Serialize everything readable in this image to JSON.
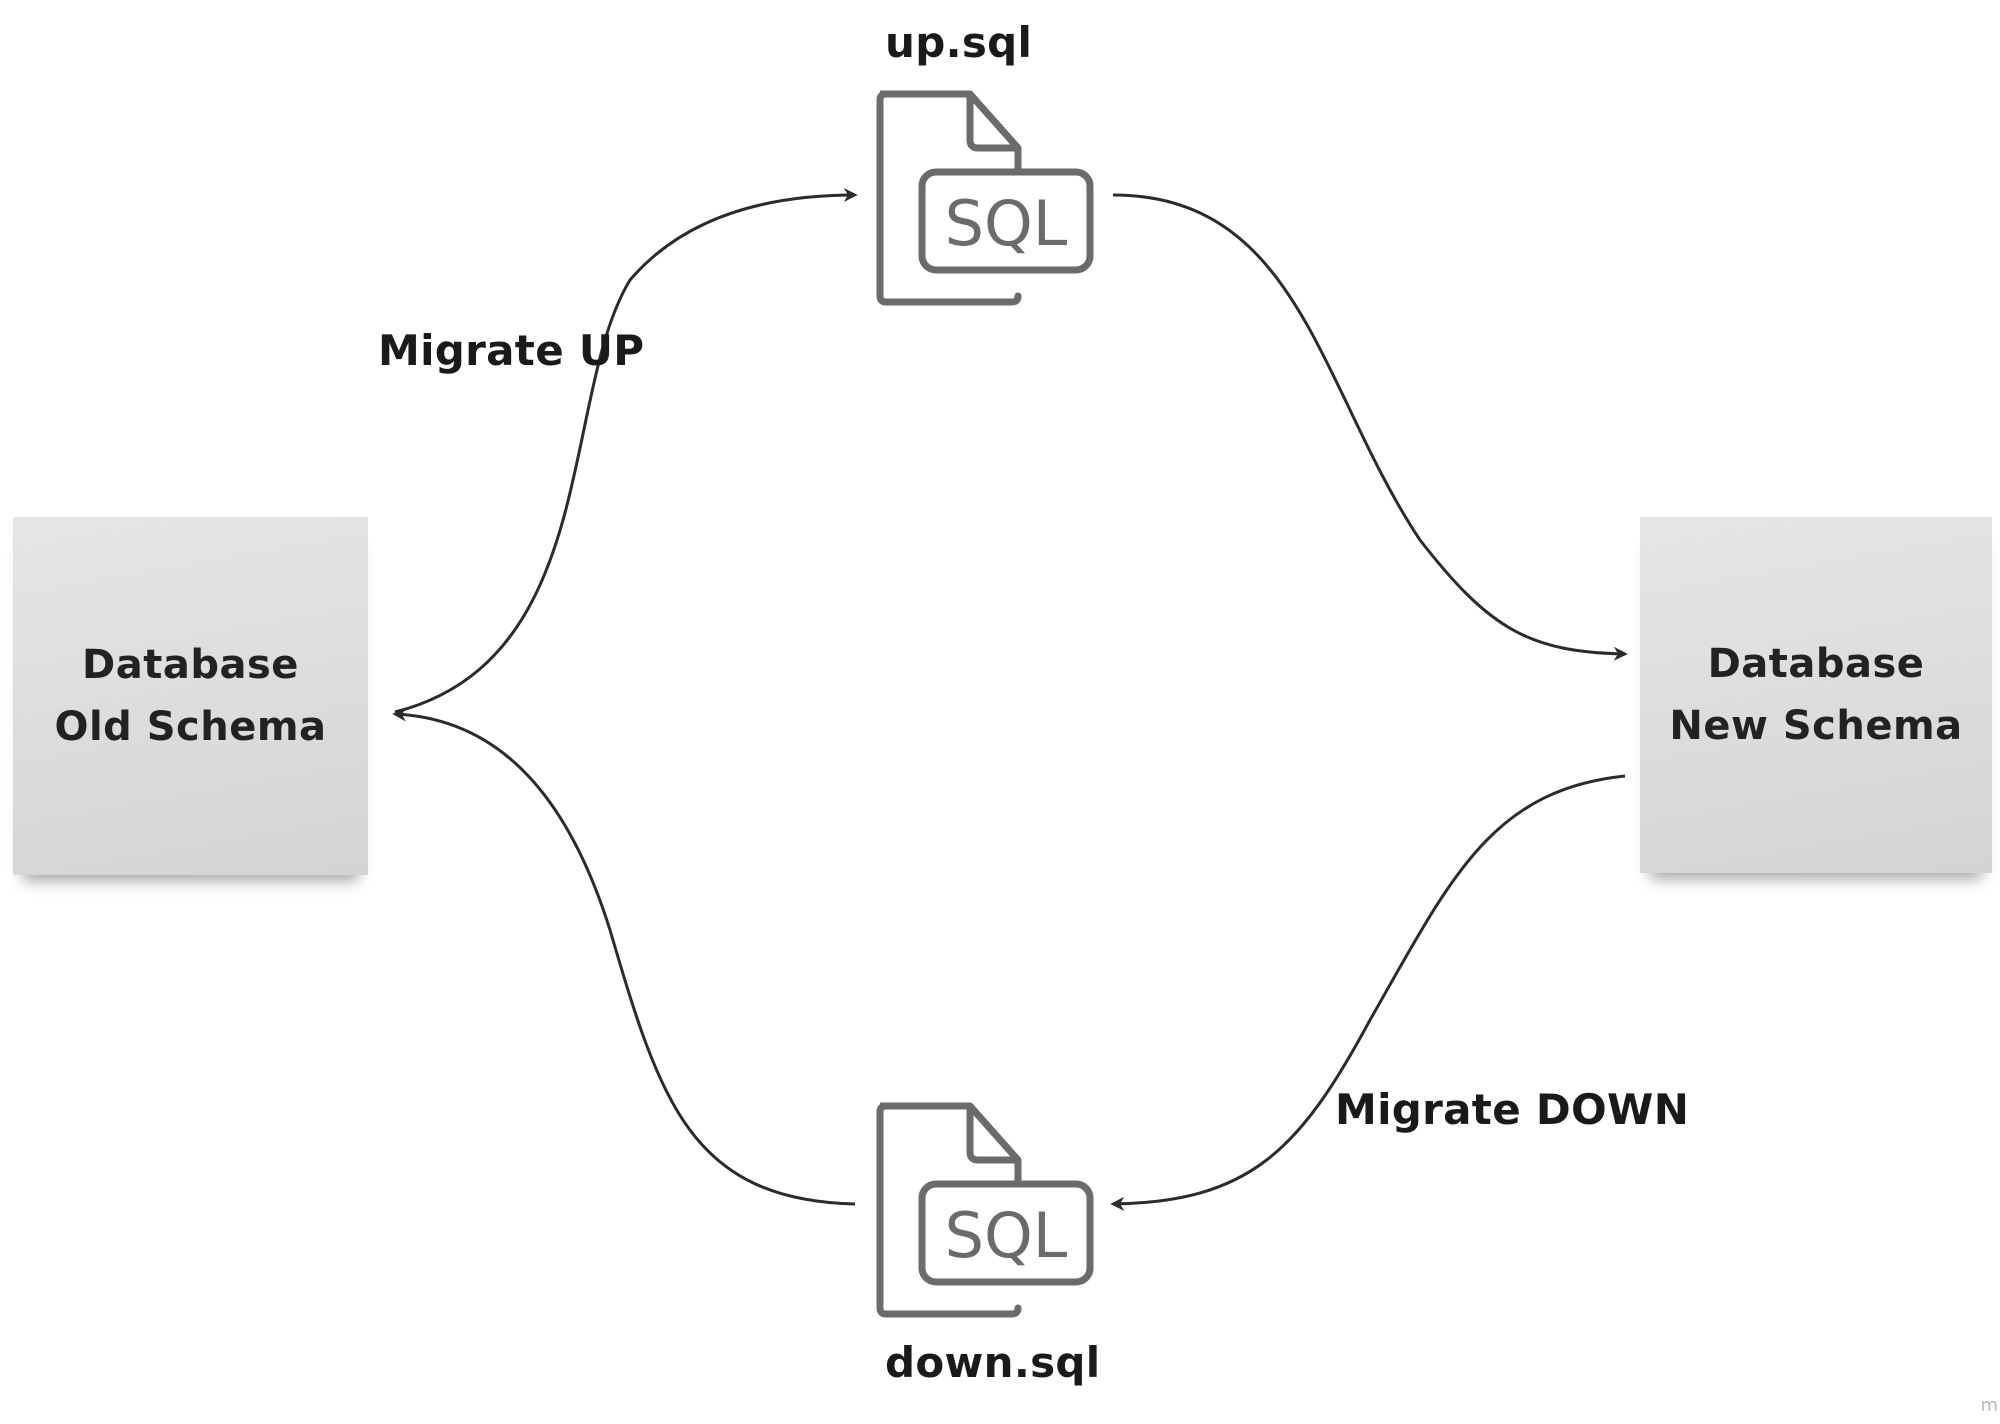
{
  "nodes": {
    "old_schema": {
      "line1": "Database",
      "line2": "Old Schema"
    },
    "new_schema": {
      "line1": "Database",
      "line2": "New Schema"
    }
  },
  "files": {
    "up": {
      "name": "up.sql",
      "icon_text": "SQL",
      "icon": "sql-file-icon"
    },
    "down": {
      "name": "down.sql",
      "icon_text": "SQL",
      "icon": "sql-file-icon"
    }
  },
  "edges": {
    "migrate_up": {
      "label": "Migrate UP"
    },
    "migrate_down": {
      "label": "Migrate DOWN"
    }
  },
  "watermark": "m",
  "colors": {
    "arrow": "#2b2b2b",
    "icon": "#6b6b6b",
    "sticky": "#dedede"
  }
}
